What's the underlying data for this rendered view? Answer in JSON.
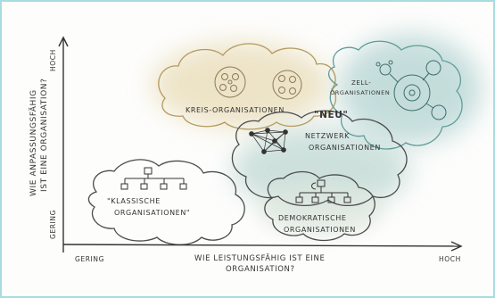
{
  "y_axis": {
    "title_line1": "WIE ANPASSUNGSFÄHIG",
    "title_line2": "IST EINE ORGANISATION?",
    "low": "GERING",
    "high": "HOCH"
  },
  "x_axis": {
    "title_line1": "WIE LEISTUNGSFÄHIG IST EINE",
    "title_line2": "ORGANISATION?",
    "low": "GERING",
    "high": "HOCH"
  },
  "clouds": {
    "klassische": {
      "line1": "\"KLASSISCHE",
      "line2": "ORGANISATIONEN\""
    },
    "kreis": {
      "label": "KREIS-ORGANISATIONEN"
    },
    "zell": {
      "line1": "ZELL-",
      "line2": "ORGANISATIONEN"
    },
    "netzwerk": {
      "line1": "NETZWERK",
      "line2": "ORGANISATIONEN"
    },
    "demokratisch": {
      "line1": "DEMOKRATISCHE",
      "line2": "ORGANISATIONEN"
    }
  },
  "new_label": "\"NEU\"",
  "colors": {
    "kreis": "#e3d5b0",
    "zell": "#bcd9d8",
    "netzwerk": "#c7dcd8",
    "frame": "#a8dce0"
  }
}
